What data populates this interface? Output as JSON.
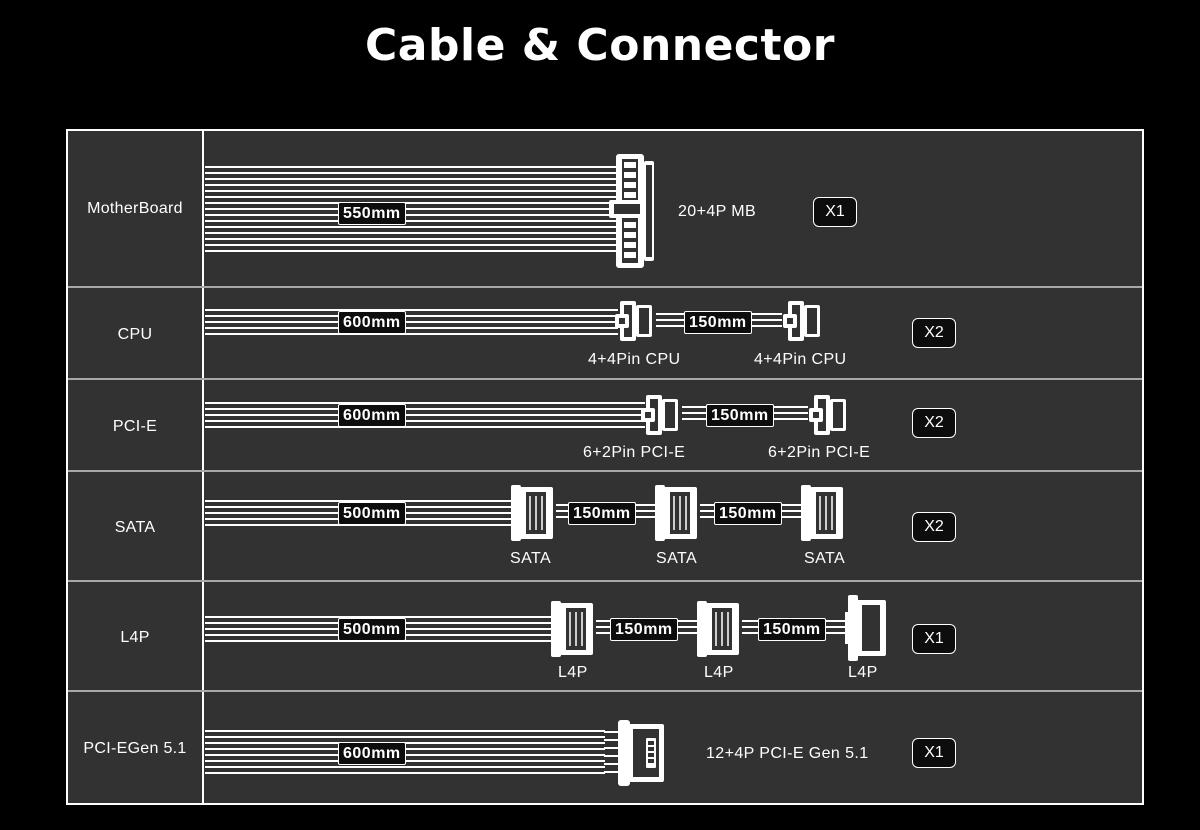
{
  "title": "Cable & Connector",
  "rows": [
    {
      "label": "MotherBoard",
      "length": "550mm",
      "connector": "20+4P MB",
      "qty": "X1"
    },
    {
      "label": "CPU",
      "length": "600mm",
      "ext_length": "150mm",
      "connector_1": "4+4Pin CPU",
      "connector_2": "4+4Pin CPU",
      "qty": "X2"
    },
    {
      "label": "PCI-E",
      "length": "600mm",
      "ext_length": "150mm",
      "connector_1": "6+2Pin PCI-E",
      "connector_2": "6+2Pin PCI-E",
      "qty": "X2"
    },
    {
      "label": "SATA",
      "length": "500mm",
      "ext_length_1": "150mm",
      "ext_length_2": "150mm",
      "connector_1": "SATA",
      "connector_2": "SATA",
      "connector_3": "SATA",
      "qty": "X2"
    },
    {
      "label": "L4P",
      "length": "500mm",
      "ext_length_1": "150mm",
      "ext_length_2": "150mm",
      "connector_1": "L4P",
      "connector_2": "L4P",
      "connector_3": "L4P",
      "qty": "X1"
    },
    {
      "label_line1": "PCI-E",
      "label_line2": "Gen 5.1",
      "length": "600mm",
      "connector": "12+4P PCI-E Gen 5.1",
      "qty": "X1"
    }
  ],
  "colors": {
    "background": "#000000",
    "panel": "#323232",
    "line": "#ffffff",
    "separator": "#a8a8a8"
  }
}
